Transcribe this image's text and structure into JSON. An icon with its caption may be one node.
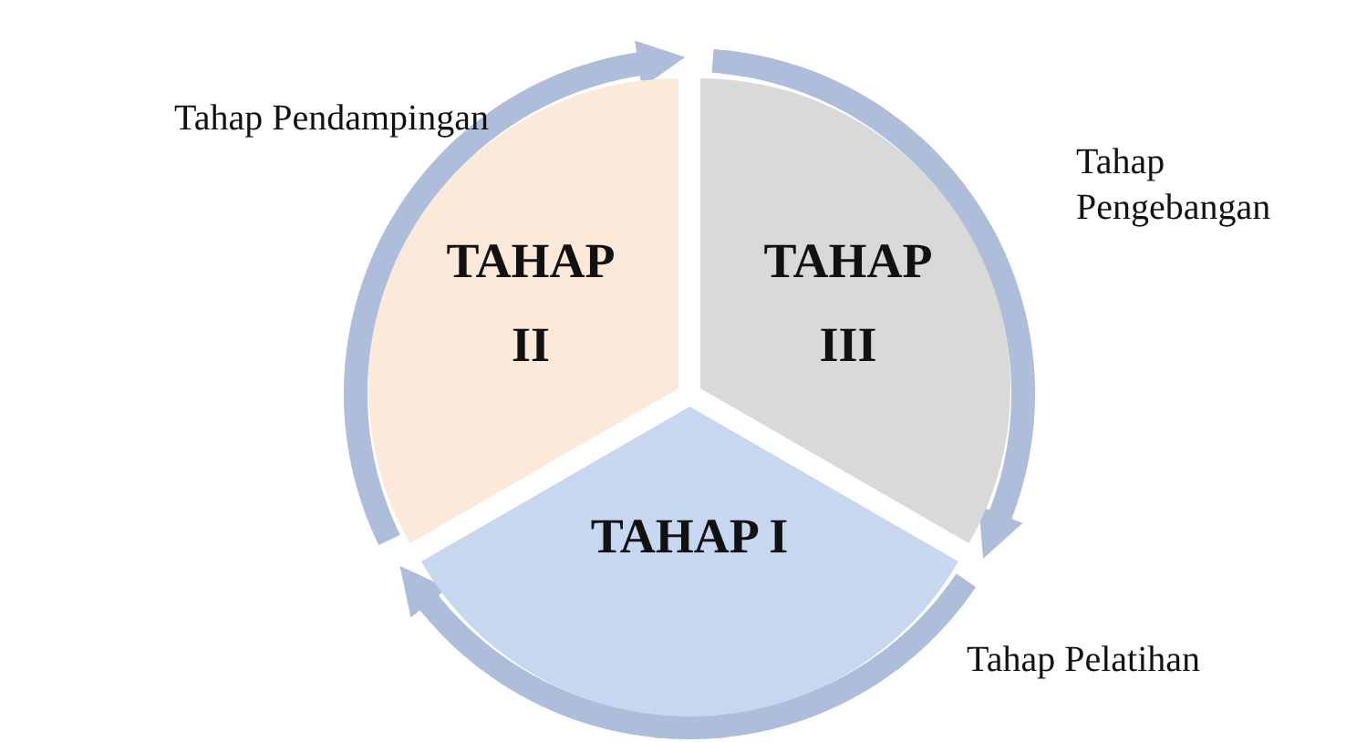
{
  "diagram": {
    "nodes": [
      {
        "text": [
          "TAHAP I"
        ],
        "beside": [
          "Tahap Pelatihan"
        ]
      },
      {
        "text": [
          "TAHAP II"
        ],
        "beside": [
          "Tahap Pendampingan"
        ]
      },
      {
        "text": [
          "TAHAP III"
        ],
        "beside": [
          "Tahap Pengebangan"
        ]
      }
    ],
    "edges": [
      {
        "from": 0,
        "to": 1,
        "arrow": "to"
      },
      {
        "from": 1,
        "to": 2,
        "arrow": "to"
      },
      {
        "from": 2,
        "to": 0,
        "arrow": "to"
      }
    ]
  }
}
